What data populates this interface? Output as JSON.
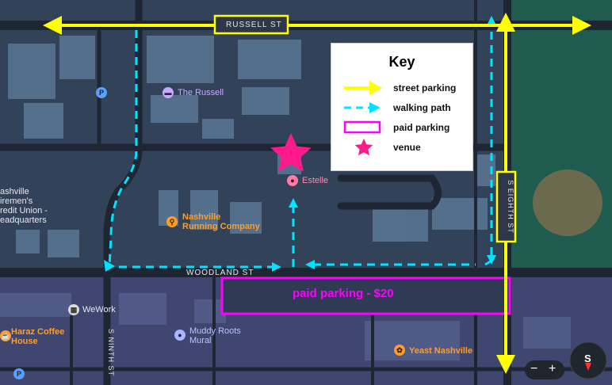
{
  "streets": {
    "russell": "RUSSELL ST",
    "woodland": "WOODLAND ST",
    "eighth": "S EIGHTH ST",
    "ninth": "S NINTH ST"
  },
  "pois": {
    "the_russell": "The Russell",
    "estelle": "Estelle",
    "nashville_running": "Nashville\nRunning Company",
    "credit_union": "ashville\niremen's\nredit Union -\neadquarters",
    "wework": "WeWork",
    "muddy_roots": "Muddy Roots\nMural",
    "haraz": "Haraz Coffee\nHouse",
    "yeast": "Yeast Nashville"
  },
  "parking_label": "paid parking - $20",
  "key": {
    "title": "Key",
    "items": [
      {
        "label": "street parking",
        "icon": "yellow-arrow-icon"
      },
      {
        "label": "walking path",
        "icon": "cyan-dashed-arrow-icon"
      },
      {
        "label": "paid parking",
        "icon": "magenta-rectangle-icon"
      },
      {
        "label": "venue",
        "icon": "pink-star-icon"
      }
    ]
  },
  "pins": {
    "parking_symbol": "P"
  },
  "compass": {
    "letter": "S"
  },
  "zoom": {
    "out": "−",
    "in": "+"
  },
  "colors": {
    "street_parking": "#ffff00",
    "walking_path": "#00e5ff",
    "paid_parking": "#ff00ff",
    "venue": "#ff1a8c"
  }
}
